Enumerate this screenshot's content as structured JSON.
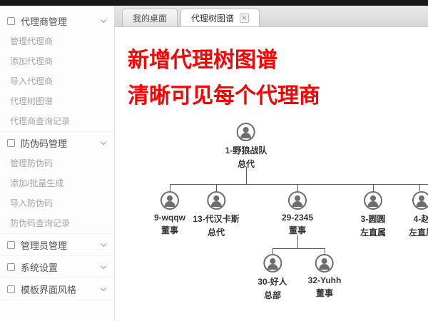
{
  "sidebar": {
    "sections": [
      {
        "label": "代理商管理",
        "items": [
          "管理代理商",
          "添加代理商",
          "导入代理商",
          "代理树图谱",
          "代理商查询记录"
        ]
      },
      {
        "label": "防伪码管理",
        "items": [
          "管理防伪码",
          "添加/批量生成",
          "导入防伪码",
          "防伪码查询记录"
        ]
      },
      {
        "label": "管理员管理",
        "items": []
      },
      {
        "label": "系统设置",
        "items": []
      },
      {
        "label": "模板界面风格",
        "items": []
      }
    ]
  },
  "tabs": [
    {
      "label": "我的桌面"
    },
    {
      "label": "代理树图谱",
      "close_glyph": "×"
    }
  ],
  "annotation": {
    "line1": "新增代理树图谱",
    "line2": "清晰可见每个代理商",
    "color": "#ff0000"
  },
  "tree": {
    "root": {
      "name": "1-野狼战队",
      "role": "总代"
    },
    "children": [
      {
        "name": "9-wqqw",
        "role": "董事"
      },
      {
        "name": "13-代汉卡斯",
        "role": "总代"
      },
      {
        "name": "29-2345",
        "role": "董事"
      },
      {
        "name": "3-圆圆",
        "role": "左直属"
      },
      {
        "name": "4-赵",
        "role": "左直属"
      }
    ],
    "grandchildren": [
      {
        "name": "30-好人",
        "role": "总部"
      },
      {
        "name": "32-Yuhh",
        "role": "董事"
      }
    ]
  }
}
